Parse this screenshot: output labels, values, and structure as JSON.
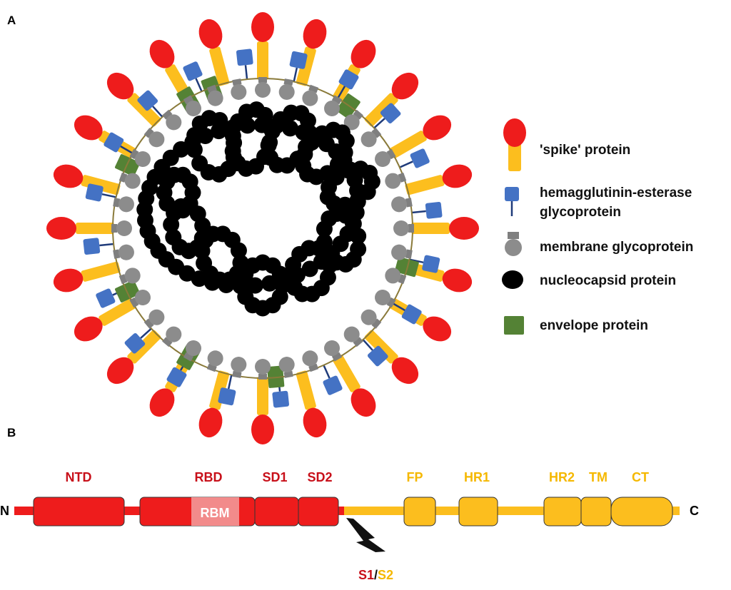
{
  "panels": {
    "a": "A",
    "b": "B"
  },
  "legend": [
    {
      "id": "spike",
      "label": "'spike' protein"
    },
    {
      "id": "he",
      "label_line1": "hemagglutinin-esterase",
      "label_line2": "glycoprotein"
    },
    {
      "id": "membrane",
      "label": "membrane glycoprotein"
    },
    {
      "id": "nucleocapsid",
      "label": "nucleocapsid protein"
    },
    {
      "id": "envelope",
      "label": "envelope protein"
    }
  ],
  "domain_map": {
    "n_term": "N",
    "c_term": "C",
    "s1_domains": [
      {
        "name": "NTD"
      },
      {
        "name": "RBD",
        "inner": "RBM"
      },
      {
        "name": "SD1"
      },
      {
        "name": "SD2"
      }
    ],
    "s2_domains": [
      {
        "name": "FP"
      },
      {
        "name": "HR1"
      },
      {
        "name": "HR2"
      },
      {
        "name": "TM"
      },
      {
        "name": "CT"
      }
    ],
    "cleavage": {
      "s1": "S1",
      "sep": "/",
      "s2": "S2"
    }
  },
  "colors": {
    "red": "#ee1c1c",
    "dark_red": "#c8101a",
    "yellow": "#fcbe1e",
    "label_yellow": "#f5b800",
    "blue": "#4472c4",
    "gray": "#8c8c8c",
    "green": "#548235",
    "black": "#000000",
    "membrane_line": "#8a7a3a"
  }
}
